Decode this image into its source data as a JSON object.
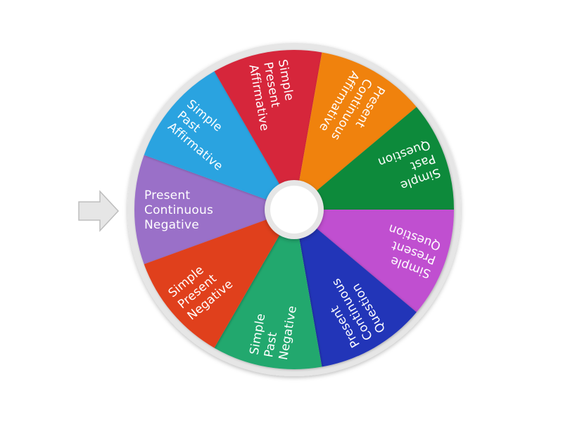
{
  "wheel": {
    "rim_color": "#e6e6e6",
    "hub_color": "#ffffff",
    "pointer_color": "#e6e6e6",
    "pointer_icon": "arrow-right-icon",
    "segments": [
      {
        "id": "present-continuous-negative",
        "lines": [
          "Present",
          "Continuous",
          "Negative"
        ],
        "color": "#9a6fc8"
      },
      {
        "id": "simple-past-affirmative",
        "lines": [
          "Simple",
          "Past",
          "Affirmative"
        ],
        "color": "#2ba3e0"
      },
      {
        "id": "simple-present-affirmative",
        "lines": [
          "Simple",
          "Present",
          "Affirmative"
        ],
        "color": "#d6263a"
      },
      {
        "id": "present-continuous-affirmative",
        "lines": [
          "Present",
          "Continuous",
          "Affirmative"
        ],
        "color": "#f0820f"
      },
      {
        "id": "simple-past-question",
        "lines": [
          "Simple",
          "Past",
          "Question"
        ],
        "color": "#0f8a3a"
      },
      {
        "id": "simple-present-question",
        "lines": [
          "Simple",
          "Present",
          "Question"
        ],
        "color": "#c04fd0"
      },
      {
        "id": "present-continuous-question",
        "lines": [
          "Present",
          "Continuous",
          "Question"
        ],
        "color": "#2334b8"
      },
      {
        "id": "simple-past-negative",
        "lines": [
          "Simple",
          "Past",
          "Negative"
        ],
        "color": "#20a86e"
      },
      {
        "id": "simple-present-negative",
        "lines": [
          "Simple",
          "Present",
          "Negative"
        ],
        "color": "#e0401e"
      }
    ]
  }
}
